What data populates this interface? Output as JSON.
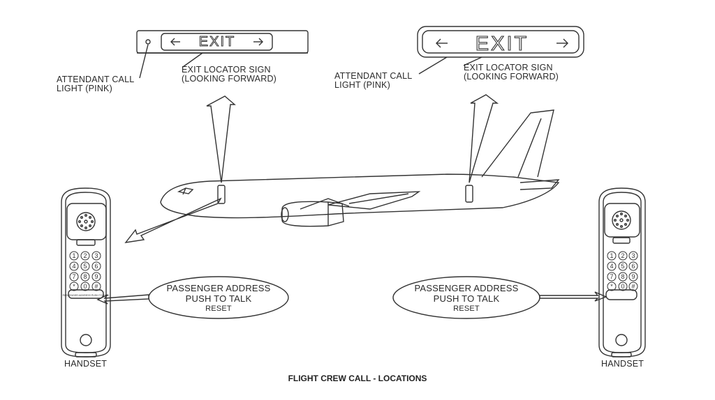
{
  "left_sign": {
    "exit_text": "EXIT",
    "attendant_call_line1": "ATTENDANT CALL",
    "attendant_call_line2": "LIGHT (PINK)",
    "exit_locator_line1": "EXIT LOCATOR SIGN",
    "exit_locator_line2": "(LOOKING FORWARD)"
  },
  "right_sign": {
    "exit_text": "EXIT",
    "attendant_call_line1": "ATTENDANT CALL",
    "attendant_call_line2": "LIGHT (PINK)",
    "exit_locator_line1": "EXIT LOCATOR SIGN",
    "exit_locator_line2": "(LOOKING FORWARD)"
  },
  "left_handset": {
    "label": "HANDSET",
    "keys": [
      "1",
      "2",
      "3",
      "4",
      "5",
      "6",
      "7",
      "8",
      "9",
      "*",
      "0",
      "#"
    ],
    "button_text": "PASSENGER ADDRESS PUSH TO TALK",
    "callout_line1": "PASSENGER ADDRESS",
    "callout_line2": "PUSH TO TALK",
    "callout_line3": "RESET"
  },
  "right_handset": {
    "label": "HANDSET",
    "keys": [
      "1",
      "2",
      "3",
      "4",
      "5",
      "6",
      "7",
      "8",
      "9",
      "*",
      "0",
      "#"
    ],
    "callout_line1": "PASSENGER ADDRESS",
    "callout_line2": "PUSH TO TALK",
    "callout_line3": "RESET"
  },
  "caption": "FLIGHT CREW CALL - LOCATIONS",
  "colors": {
    "line": "#333333",
    "background": "#ffffff"
  }
}
